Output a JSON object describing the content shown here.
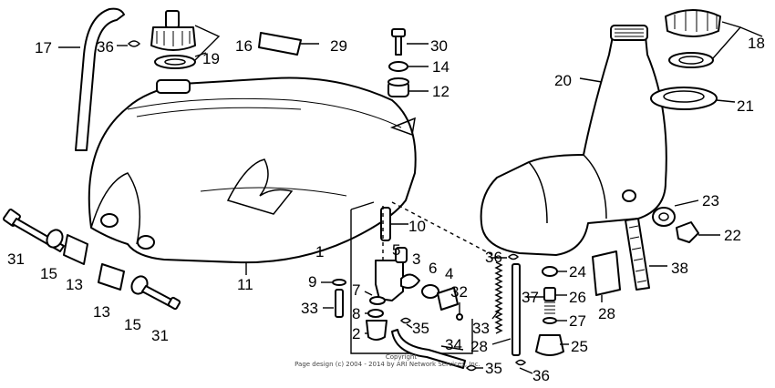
{
  "copyright": {
    "line1": "Copyright",
    "line2": "Page design (c) 2004 - 2014 by ARI Network Services, Inc."
  },
  "labels": [
    {
      "id": "17",
      "text": "17"
    },
    {
      "id": "36-top",
      "text": "36"
    },
    {
      "id": "16",
      "text": "16"
    },
    {
      "id": "19",
      "text": "19"
    },
    {
      "id": "29",
      "text": "29"
    },
    {
      "id": "30",
      "text": "30"
    },
    {
      "id": "14",
      "text": "14"
    },
    {
      "id": "12",
      "text": "12"
    },
    {
      "id": "18",
      "text": "18"
    },
    {
      "id": "20",
      "text": "20"
    },
    {
      "id": "21",
      "text": "21"
    },
    {
      "id": "10",
      "text": "10"
    },
    {
      "id": "1",
      "text": "1"
    },
    {
      "id": "11",
      "text": "11"
    },
    {
      "id": "31-left",
      "text": "31"
    },
    {
      "id": "15-left",
      "text": "15"
    },
    {
      "id": "13-left",
      "text": "13"
    },
    {
      "id": "13-right",
      "text": "13"
    },
    {
      "id": "15-right",
      "text": "15"
    },
    {
      "id": "31-right",
      "text": "31"
    },
    {
      "id": "9",
      "text": "9"
    },
    {
      "id": "5",
      "text": "5"
    },
    {
      "id": "3",
      "text": "3"
    },
    {
      "id": "6",
      "text": "6"
    },
    {
      "id": "4",
      "text": "4"
    },
    {
      "id": "7",
      "text": "7"
    },
    {
      "id": "33-left",
      "text": "33"
    },
    {
      "id": "32",
      "text": "32"
    },
    {
      "id": "8",
      "text": "8"
    },
    {
      "id": "35-mid",
      "text": "35"
    },
    {
      "id": "33-mid",
      "text": "33"
    },
    {
      "id": "2",
      "text": "2"
    },
    {
      "id": "34",
      "text": "34"
    },
    {
      "id": "28-mid",
      "text": "28"
    },
    {
      "id": "36-mid",
      "text": "36"
    },
    {
      "id": "24",
      "text": "24"
    },
    {
      "id": "37",
      "text": "37"
    },
    {
      "id": "26",
      "text": "26"
    },
    {
      "id": "27",
      "text": "27"
    },
    {
      "id": "25",
      "text": "25"
    },
    {
      "id": "35-bottom",
      "text": "35"
    },
    {
      "id": "36-bottom",
      "text": "36"
    },
    {
      "id": "23",
      "text": "23"
    },
    {
      "id": "22",
      "text": "22"
    },
    {
      "id": "38",
      "text": "38"
    },
    {
      "id": "28-right",
      "text": "28"
    }
  ]
}
